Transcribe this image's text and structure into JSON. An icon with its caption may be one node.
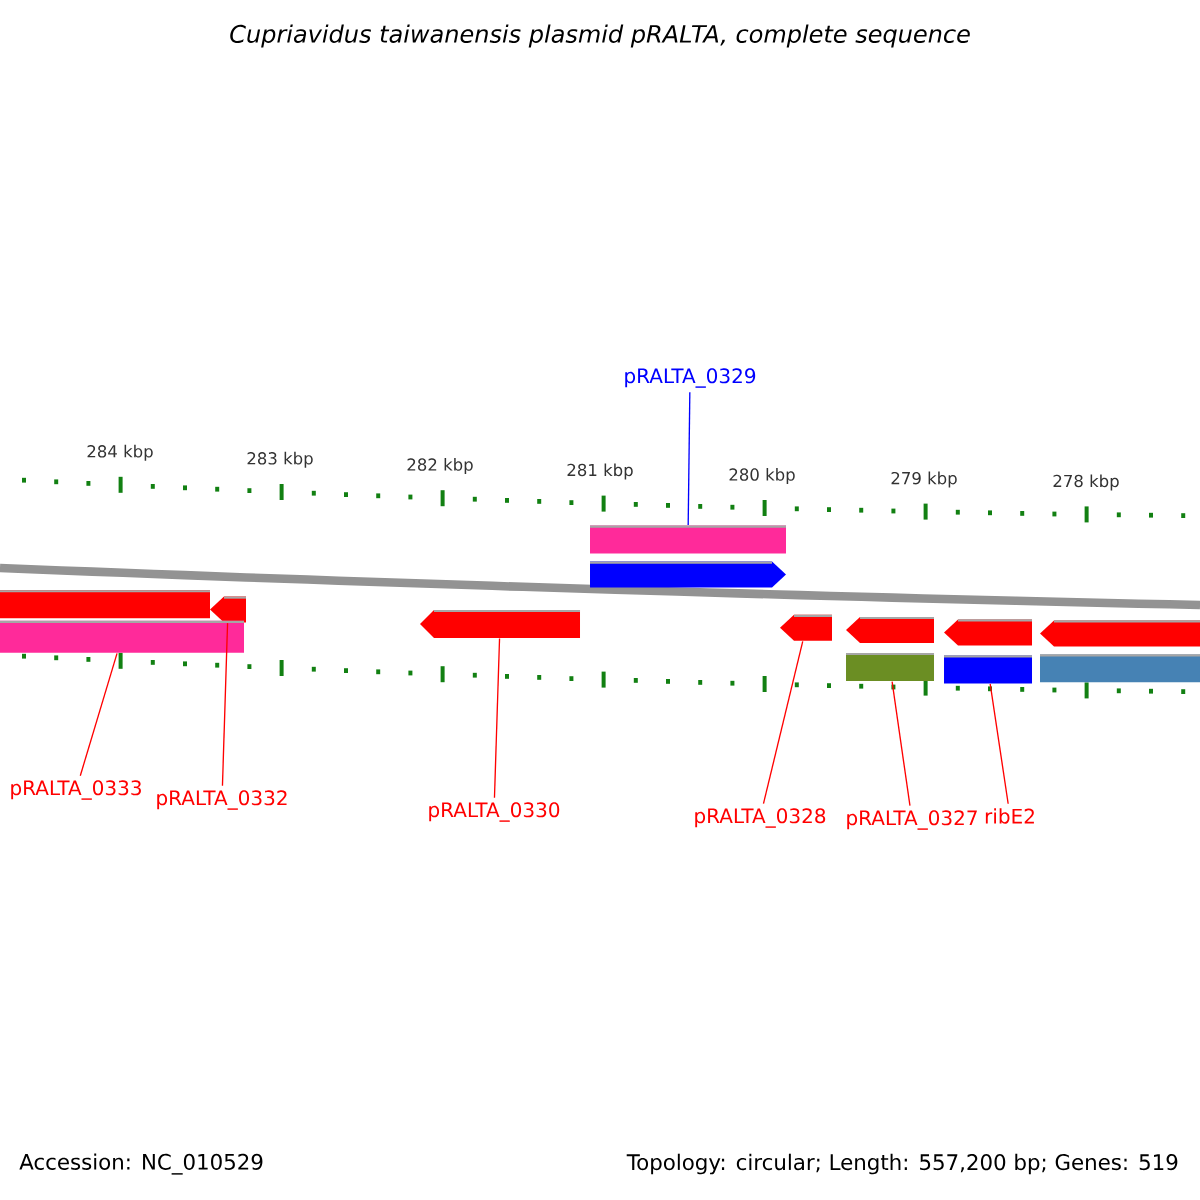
{
  "diagram": {
    "title": "Cupriavidus taiwanensis plasmid pRALTA, complete sequence",
    "nodes": [
      {
        "text": [
          "pRALTA_0329"
        ]
      },
      {
        "text": [
          "pRALTA_0333"
        ]
      },
      {
        "text": [
          "pRALTA_0332"
        ]
      },
      {
        "text": [
          "pRALTA_0330"
        ]
      },
      {
        "text": [
          "pRALTA_0328"
        ]
      },
      {
        "text": [
          "pRALTA_0327"
        ]
      },
      {
        "text": [
          "ribE2"
        ]
      },
      {
        "text": [],
        "shape": "bar"
      },
      {
        "text": [],
        "shape": "arrow"
      },
      {
        "text": [],
        "shape": "bar"
      },
      {
        "text": [],
        "shape": "arrow"
      },
      {
        "text": [],
        "shape": "bar"
      },
      {
        "text": [],
        "shape": "arrow"
      },
      {
        "text": [],
        "shape": "arrow"
      },
      {
        "text": [],
        "shape": "arrow"
      },
      {
        "text": [],
        "shape": "bar"
      },
      {
        "text": [],
        "shape": "arrow"
      },
      {
        "text": [],
        "shape": "bar"
      },
      {
        "text": [],
        "shape": "arrow"
      },
      {
        "text": [],
        "shape": "bar"
      }
    ],
    "edges": [
      {
        "from": 0,
        "to": 7,
        "arrow": "none",
        "color": "#0000ff"
      },
      {
        "from": 1,
        "to": 11,
        "arrow": "none"
      },
      {
        "from": 2,
        "to": 10,
        "arrow": "none"
      },
      {
        "from": 3,
        "to": 12,
        "arrow": "none"
      },
      {
        "from": 4,
        "to": 13,
        "arrow": "none"
      },
      {
        "from": 5,
        "to": 15,
        "arrow": "none"
      },
      {
        "from": 6,
        "to": 17,
        "arrow": "none"
      }
    ],
    "labels": [
      "284 kbp",
      "283 kbp",
      "282 kbp",
      "281 kbp",
      "280 kbp",
      "279 kbp",
      "278 kbp",
      "Accession: NC_010529",
      "Topology: circular; Length: 557,200 bp; Genes: 519"
    ]
  }
}
